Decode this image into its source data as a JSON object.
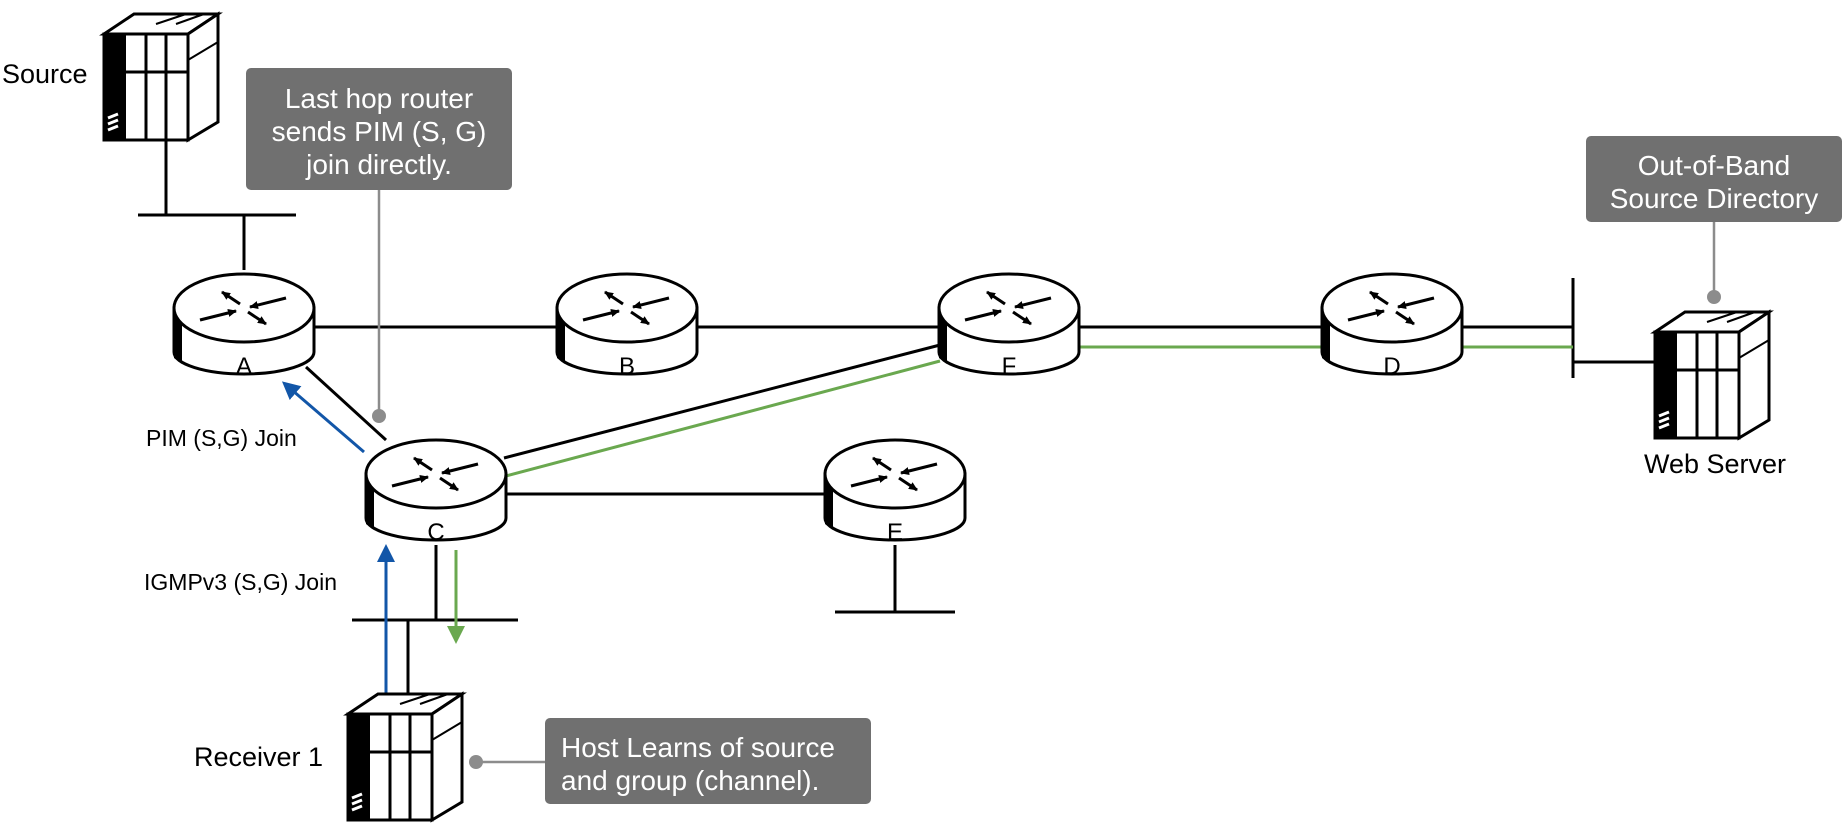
{
  "nodes": {
    "source": "Source",
    "web_server": "Web Server",
    "receiver": "Receiver 1"
  },
  "routers": {
    "a": "A",
    "b": "B",
    "c": "C",
    "d": "D",
    "e": "E",
    "f": "F"
  },
  "callouts": {
    "last_hop": [
      "Last hop router",
      "sends PIM (S, G)",
      "join directly."
    ],
    "directory": [
      "Out-of-Band",
      "Source Directory"
    ],
    "host_learns": [
      "Host Learns of source",
      "and group (channel)."
    ]
  },
  "arrows": {
    "pim_join": "PIM (S,G) Join",
    "igmp_join": "IGMPv3 (S,G) Join"
  },
  "colors": {
    "multicast_path": "#6aa84f",
    "join_path": "#1256a8",
    "callout_bg": "#707070"
  }
}
